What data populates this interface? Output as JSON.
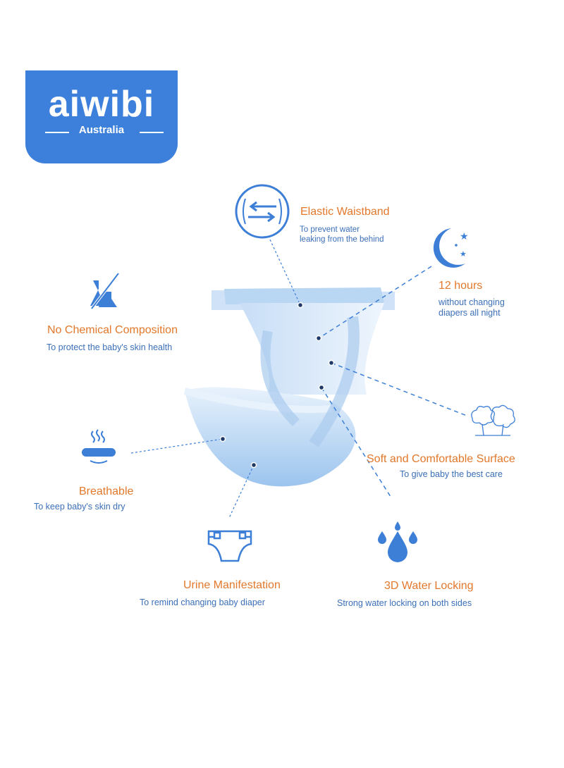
{
  "brand": {
    "name": "aiwibi",
    "region": "Australia",
    "color": "#3d80db",
    "accent": "#d8242b"
  },
  "features": {
    "waistband": {
      "title": "Elastic Waistband",
      "line1": "To prevent water",
      "line2": "leaking from the behind",
      "icon": "arrows-exchange-icon"
    },
    "hours": {
      "title": "12 hours",
      "line1": "without changing",
      "line2": "diapers all night",
      "icon": "moon-stars-icon"
    },
    "chemical": {
      "title": "No Chemical Composition",
      "line1": "To protect the baby's skin health",
      "icon": "no-chemical-flask-icon"
    },
    "breathable": {
      "title": "Breathable",
      "line1": "To keep baby's skin dry",
      "icon": "breathable-vapor-icon"
    },
    "soft": {
      "title": "Soft and Comfortable Surface",
      "line1": "To give baby the best care",
      "icon": "cotton-icon"
    },
    "urine": {
      "title": "Urine Manifestation",
      "line1": "To remind changing baby diaper",
      "icon": "diaper-icon"
    },
    "water": {
      "title": "3D Water Locking",
      "line1": "Strong water locking on both sides",
      "icon": "water-drops-icon"
    }
  },
  "colors": {
    "title": "#e2782b",
    "text": "#3b6fb8",
    "icon": "#3d7fd6"
  }
}
